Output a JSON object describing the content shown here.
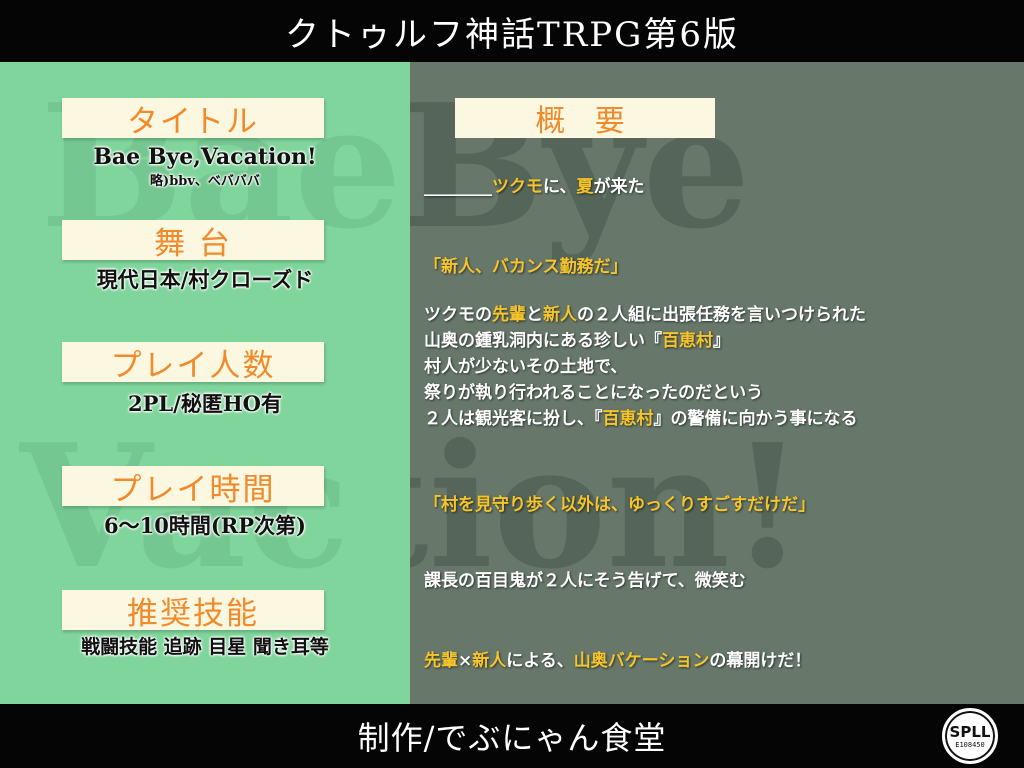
{
  "header": {
    "title": "クトゥルフ神話TRPG第6版"
  },
  "footer": {
    "credit": "制作/でぶにゃん食堂",
    "logo_top": "SPLL",
    "logo_bottom": "E108450"
  },
  "left": {
    "title_label": "タイトル",
    "title_value": "Bae Bye,Vacation!",
    "title_abbr": "略)bbv、べバババ",
    "stage_label": "舞 台",
    "stage_value": "現代日本/村クローズド",
    "players_label": "プレイ人数",
    "players_value": "2PL/秘匿HO有",
    "time_label": "プレイ時間",
    "time_value": "6〜10時間(RP次第)",
    "skills_label": "推奨技能",
    "skills_value": "戦闘技能 追跡 目星 聞き耳等"
  },
  "overview": {
    "label": "概 要",
    "l1_a": "________",
    "l1_b": "ツクモ",
    "l1_c": "に、",
    "l1_d": "夏",
    "l1_e": "が来た",
    "l2": "「新人、バカンス勤務だ」",
    "l3_a": "ツクモの",
    "l3_b": "先輩",
    "l3_c": "と",
    "l3_d": "新人",
    "l3_e": "の２人組に出張任務を言いつけられた",
    "l4_a": "山奥の鍾乳洞内にある珍しい『",
    "l4_b": "百恵村",
    "l4_c": "』",
    "l5": "村人が少ないその土地で、",
    "l6": "祭りが執り行われることになったのだという",
    "l7_a": "２人は観光客に扮し、『",
    "l7_b": "百恵村",
    "l7_c": "』の警備に向かう事になる",
    "l8": "「村を見守り歩く以外は、ゆっくりすごすだけだ」",
    "l9": "課長の百目鬼が２人にそう告げて、微笑む",
    "l10_a": "先輩",
    "l10_b": "×",
    "l10_c": "新人",
    "l10_d": "による、",
    "l10_e": "山奥バケーション",
    "l10_f": "の幕開けだ！"
  },
  "watermark": {
    "left_1": "Bae",
    "left_2": "Vac",
    "right_1": "Bye",
    "right_2": "tion!"
  },
  "colors": {
    "left_bg": "#7fd59b",
    "right_bg": "#67786b",
    "label_text": "#f08a2a",
    "highlight": "#f6c52a"
  }
}
